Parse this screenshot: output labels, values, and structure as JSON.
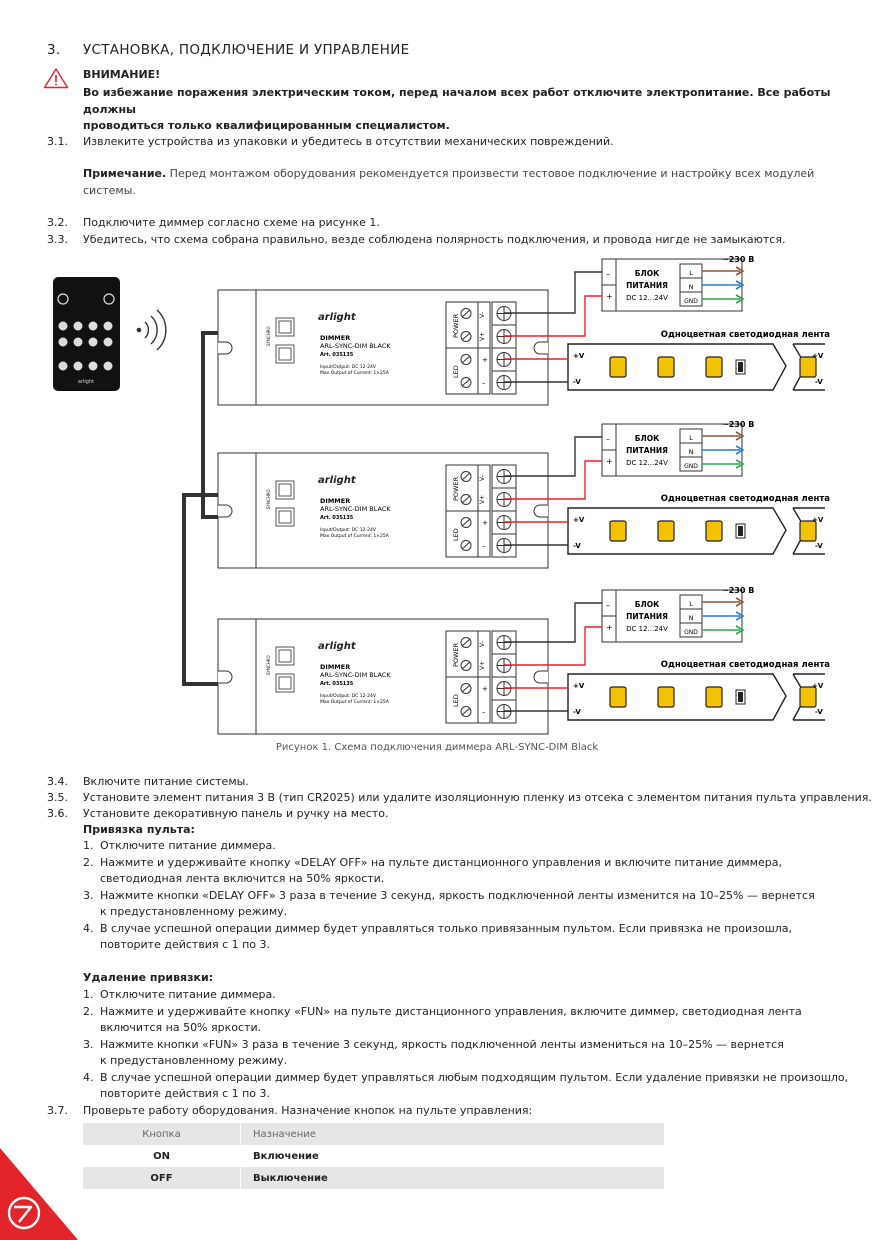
{
  "section": {
    "number": "3.",
    "title": "УСТАНОВКА, ПОДКЛЮЧЕНИЕ И УПРАВЛЕНИЕ"
  },
  "warning": {
    "title": "ВНИМАНИЕ!",
    "line1": "Во избежание поражения электрическим током, перед началом всех работ отключите электропитание. Все работы должны",
    "line2": "проводиться только квалифицированным специалистом."
  },
  "steps_top": [
    {
      "num": "3.1.",
      "text": "Извлеките устройства из упаковки и убедитесь в отсутствии механических повреждений."
    },
    {
      "num": "3.2.",
      "text": "Подключите диммер согласно схеме на рисунке 1."
    },
    {
      "num": "3.3.",
      "text": "Убедитесь, что схема собрана правильно, везде соблюдена полярность подключения, и провода нигде не замыкаются."
    }
  ],
  "note": {
    "label": "Примечание.",
    "line1": " Перед монтажом оборудования рекомендуется произвести тестовое подключение и настройку всех модулей",
    "line2": "системы."
  },
  "diagram": {
    "ps_voltage": "~230 В",
    "ps_title1": "БЛОК",
    "ps_title2": "ПИТАНИЯ",
    "ps_range": "DC 12...24V",
    "ps_minus": "–",
    "ps_plus": "+",
    "ps_l": "L",
    "ps_n": "N",
    "ps_gnd": "GND",
    "strip_label": "Одноцветная светодиодная лента",
    "strip_plus": "+V",
    "strip_minus": "-V",
    "brand": "arlight",
    "dim_title": "DIMMER",
    "dim_model": "ARL-SYNC-DIM BLACK",
    "dim_art": "Art. 035135",
    "dim_io": "Input/Output: DC 12-24V",
    "dim_max": "Max Output of Current: 1×25A",
    "power_label": "POWER",
    "led_label": "LED",
    "v_minus": "V-",
    "v_plus": "V+",
    "plus": "+",
    "minus": "–",
    "sync_label": "SYNCHRO",
    "remote_brand": "arlight",
    "caption": "Рисунок 1. Схема подключения диммера ARL-SYNC-DIM Black"
  },
  "steps_mid": [
    {
      "num": "3.4.",
      "text": "Включите питание системы."
    },
    {
      "num": "3.5.",
      "text": "Установите элемент питания 3 В (тип CR2025) или удалите изоляционную пленку из отсека с элементом питания пульта управления."
    },
    {
      "num": "3.6.",
      "text": "Установите декоративную панель и ручку на место."
    }
  ],
  "pairing": {
    "title": "Привязка пульта:",
    "items": [
      {
        "n": "1.",
        "l1": "Отключите питание диммера.",
        "l2": ""
      },
      {
        "n": "2.",
        "l1": "Нажмите и удерживайте кнопку «DELAY OFF» на пульте дистанционного управления и включите питание диммера,",
        "l2": "светодиодная лента включится на 50% яркости."
      },
      {
        "n": "3.",
        "l1": "Нажмите кнопки «DELAY OFF» 3 раза в течение 3 секунд, яркость подключенной ленты изменится на 10–25% — вернется",
        "l2": "к предустановленному режиму."
      },
      {
        "n": "4.",
        "l1": "В случае успешной операции диммер будет управляться только привязанным пультом. Если привязка не произошла,",
        "l2": "повторите действия с 1 по 3."
      }
    ]
  },
  "unpairing": {
    "title": "Удаление привязки:",
    "items": [
      {
        "n": "1.",
        "l1": "Отключите питание диммера.",
        "l2": ""
      },
      {
        "n": "2.",
        "l1": "Нажмите и удерживайте кнопку «FUN» на пульте дистанционного управления, включите диммер, светодиодная лента",
        "l2": "включится на 50% яркости."
      },
      {
        "n": "3.",
        "l1": "Нажмите кнопки «FUN» 3 раза в течение 3 секунд, яркость подключенной ленты измениться на 10–25% — вернется",
        "l2": "к предустановленному режиму."
      },
      {
        "n": "4.",
        "l1": "В случае успешной операции диммер будет управляться любым подходящим пультом. Если удаление привязки не произошло,",
        "l2": "повторите действия с 1 по 3."
      }
    ]
  },
  "step37": {
    "num": "3.7.",
    "text": "Проверьте работу оборудования. Назначение кнопок на пульте управления:"
  },
  "table": {
    "headers": [
      "Кнопка",
      "Назначение"
    ],
    "rows": [
      [
        "ON",
        "Включение"
      ],
      [
        "OFF",
        "Выключение"
      ]
    ]
  },
  "colors": {
    "accent_red": "#e3242b",
    "wire_brown": "#8b5a3c",
    "wire_blue": "#2b7bd6",
    "wire_green": "#2aa84a",
    "led_yellow": "#f3c200"
  }
}
